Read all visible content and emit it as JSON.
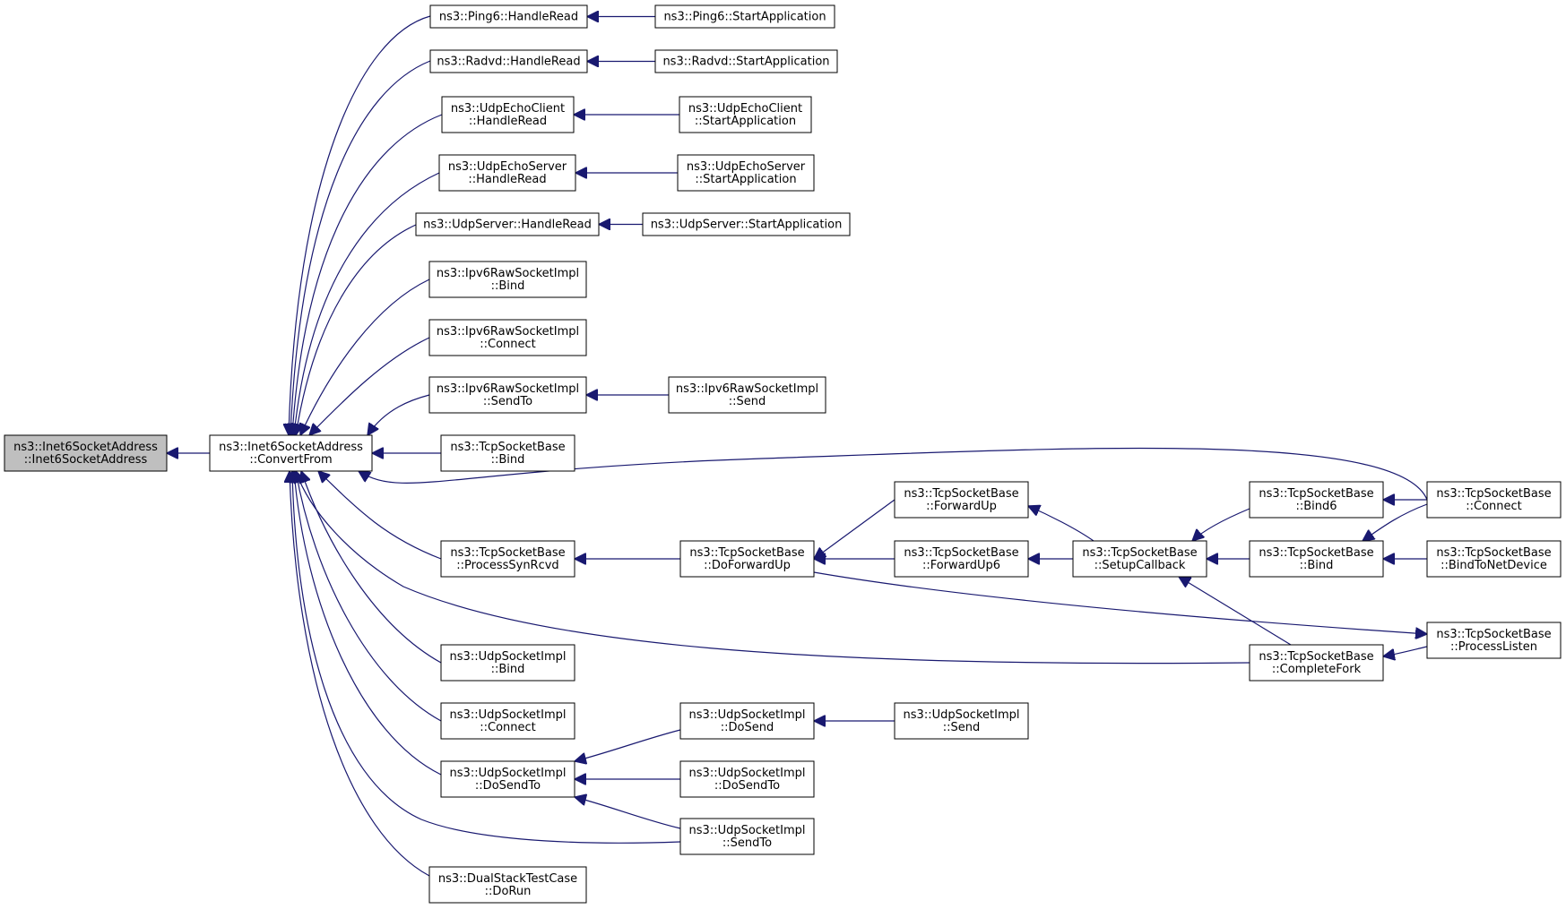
{
  "graph": {
    "nodes": [
      {
        "id": "root",
        "lines": [
          "ns3::Inet6SocketAddress",
          "::Inet6SocketAddress"
        ],
        "root": true
      },
      {
        "id": "convertfrom",
        "lines": [
          "ns3::Inet6SocketAddress",
          "::ConvertFrom"
        ]
      },
      {
        "id": "ping6_handleread",
        "lines": [
          "ns3::Ping6::HandleRead"
        ]
      },
      {
        "id": "ping6_start",
        "lines": [
          "ns3::Ping6::StartApplication"
        ]
      },
      {
        "id": "radvd_handleread",
        "lines": [
          "ns3::Radvd::HandleRead"
        ]
      },
      {
        "id": "radvd_start",
        "lines": [
          "ns3::Radvd::StartApplication"
        ]
      },
      {
        "id": "udpechoclient_handleread",
        "lines": [
          "ns3::UdpEchoClient",
          "::HandleRead"
        ]
      },
      {
        "id": "udpechoclient_start",
        "lines": [
          "ns3::UdpEchoClient",
          "::StartApplication"
        ]
      },
      {
        "id": "udpechoserver_handleread",
        "lines": [
          "ns3::UdpEchoServer",
          "::HandleRead"
        ]
      },
      {
        "id": "udpechoserver_start",
        "lines": [
          "ns3::UdpEchoServer",
          "::StartApplication"
        ]
      },
      {
        "id": "udpserver_handleread",
        "lines": [
          "ns3::UdpServer::HandleRead"
        ]
      },
      {
        "id": "udpserver_start",
        "lines": [
          "ns3::UdpServer::StartApplication"
        ]
      },
      {
        "id": "ipv6raw_bind",
        "lines": [
          "ns3::Ipv6RawSocketImpl",
          "::Bind"
        ]
      },
      {
        "id": "ipv6raw_connect",
        "lines": [
          "ns3::Ipv6RawSocketImpl",
          "::Connect"
        ]
      },
      {
        "id": "ipv6raw_sendto",
        "lines": [
          "ns3::Ipv6RawSocketImpl",
          "::SendTo"
        ]
      },
      {
        "id": "ipv6raw_send",
        "lines": [
          "ns3::Ipv6RawSocketImpl",
          "::Send"
        ]
      },
      {
        "id": "tcp_bind_left",
        "lines": [
          "ns3::TcpSocketBase",
          "::Bind"
        ]
      },
      {
        "id": "tcp_connect",
        "lines": [
          "ns3::TcpSocketBase",
          "::Connect"
        ]
      },
      {
        "id": "tcp_processsynrcvd",
        "lines": [
          "ns3::TcpSocketBase",
          "::ProcessSynRcvd"
        ]
      },
      {
        "id": "tcp_doforwardup",
        "lines": [
          "ns3::TcpSocketBase",
          "::DoForwardUp"
        ]
      },
      {
        "id": "tcp_forwardup",
        "lines": [
          "ns3::TcpSocketBase",
          "::ForwardUp"
        ]
      },
      {
        "id": "tcp_forwardup6",
        "lines": [
          "ns3::TcpSocketBase",
          "::ForwardUp6"
        ]
      },
      {
        "id": "tcp_setupcallback",
        "lines": [
          "ns3::TcpSocketBase",
          "::SetupCallback"
        ]
      },
      {
        "id": "tcp_bind6",
        "lines": [
          "ns3::TcpSocketBase",
          "::Bind6"
        ]
      },
      {
        "id": "tcp_bind_right",
        "lines": [
          "ns3::TcpSocketBase",
          "::Bind"
        ]
      },
      {
        "id": "tcp_bindtonetdevice",
        "lines": [
          "ns3::TcpSocketBase",
          "::BindToNetDevice"
        ]
      },
      {
        "id": "tcp_completefork",
        "lines": [
          "ns3::TcpSocketBase",
          "::CompleteFork"
        ]
      },
      {
        "id": "tcp_processlisten",
        "lines": [
          "ns3::TcpSocketBase",
          "::ProcessListen"
        ]
      },
      {
        "id": "udpsock_bind",
        "lines": [
          "ns3::UdpSocketImpl",
          "::Bind"
        ]
      },
      {
        "id": "udpsock_connect",
        "lines": [
          "ns3::UdpSocketImpl",
          "::Connect"
        ]
      },
      {
        "id": "udpsock_dosendto_left",
        "lines": [
          "ns3::UdpSocketImpl",
          "::DoSendTo"
        ]
      },
      {
        "id": "udpsock_dosend",
        "lines": [
          "ns3::UdpSocketImpl",
          "::DoSend"
        ]
      },
      {
        "id": "udpsock_send",
        "lines": [
          "ns3::UdpSocketImpl",
          "::Send"
        ]
      },
      {
        "id": "udpsock_dosendto_mid",
        "lines": [
          "ns3::UdpSocketImpl",
          "::DoSendTo"
        ]
      },
      {
        "id": "udpsock_sendto",
        "lines": [
          "ns3::UdpSocketImpl",
          "::SendTo"
        ]
      },
      {
        "id": "dualstack_dorun",
        "lines": [
          "ns3::DualStackTestCase",
          "::DoRun"
        ]
      }
    ],
    "edges": [
      {
        "from": "convertfrom",
        "to": "root"
      },
      {
        "from": "ping6_handleread",
        "to": "convertfrom"
      },
      {
        "from": "ping6_start",
        "to": "ping6_handleread"
      },
      {
        "from": "radvd_handleread",
        "to": "convertfrom"
      },
      {
        "from": "radvd_start",
        "to": "radvd_handleread"
      },
      {
        "from": "udpechoclient_handleread",
        "to": "convertfrom"
      },
      {
        "from": "udpechoclient_start",
        "to": "udpechoclient_handleread"
      },
      {
        "from": "udpechoserver_handleread",
        "to": "convertfrom"
      },
      {
        "from": "udpechoserver_start",
        "to": "udpechoserver_handleread"
      },
      {
        "from": "udpserver_handleread",
        "to": "convertfrom"
      },
      {
        "from": "udpserver_start",
        "to": "udpserver_handleread"
      },
      {
        "from": "ipv6raw_bind",
        "to": "convertfrom"
      },
      {
        "from": "ipv6raw_connect",
        "to": "convertfrom"
      },
      {
        "from": "ipv6raw_sendto",
        "to": "convertfrom"
      },
      {
        "from": "ipv6raw_send",
        "to": "ipv6raw_sendto"
      },
      {
        "from": "tcp_bind_left",
        "to": "convertfrom"
      },
      {
        "from": "tcp_connect",
        "to": "convertfrom"
      },
      {
        "from": "tcp_processsynrcvd",
        "to": "convertfrom"
      },
      {
        "from": "tcp_doforwardup",
        "to": "tcp_processsynrcvd"
      },
      {
        "from": "tcp_forwardup",
        "to": "tcp_doforwardup"
      },
      {
        "from": "tcp_forwardup6",
        "to": "tcp_doforwardup"
      },
      {
        "from": "tcp_setupcallback",
        "to": "tcp_forwardup"
      },
      {
        "from": "tcp_setupcallback",
        "to": "tcp_forwardup6"
      },
      {
        "from": "tcp_bind6",
        "to": "tcp_setupcallback"
      },
      {
        "from": "tcp_bind_right",
        "to": "tcp_setupcallback"
      },
      {
        "from": "tcp_completefork",
        "to": "tcp_setupcallback"
      },
      {
        "from": "tcp_connect",
        "to": "tcp_bind6"
      },
      {
        "from": "tcp_connect",
        "to": "tcp_bind_right"
      },
      {
        "from": "tcp_bindtonetdevice",
        "to": "tcp_bind_right"
      },
      {
        "from": "tcp_doforwardup",
        "to": "tcp_processlisten"
      },
      {
        "from": "tcp_processlisten",
        "to": "tcp_completefork"
      },
      {
        "from": "tcp_completefork",
        "to": "convertfrom"
      },
      {
        "from": "udpsock_bind",
        "to": "convertfrom"
      },
      {
        "from": "udpsock_connect",
        "to": "convertfrom"
      },
      {
        "from": "udpsock_dosendto_left",
        "to": "convertfrom"
      },
      {
        "from": "udpsock_dosend",
        "to": "udpsock_dosendto_left"
      },
      {
        "from": "udpsock_send",
        "to": "udpsock_dosend"
      },
      {
        "from": "udpsock_dosendto_mid",
        "to": "udpsock_dosendto_left"
      },
      {
        "from": "udpsock_sendto",
        "to": "udpsock_dosendto_left"
      },
      {
        "from": "udpsock_sendto",
        "to": "convertfrom"
      },
      {
        "from": "dualstack_dorun",
        "to": "convertfrom"
      }
    ]
  }
}
